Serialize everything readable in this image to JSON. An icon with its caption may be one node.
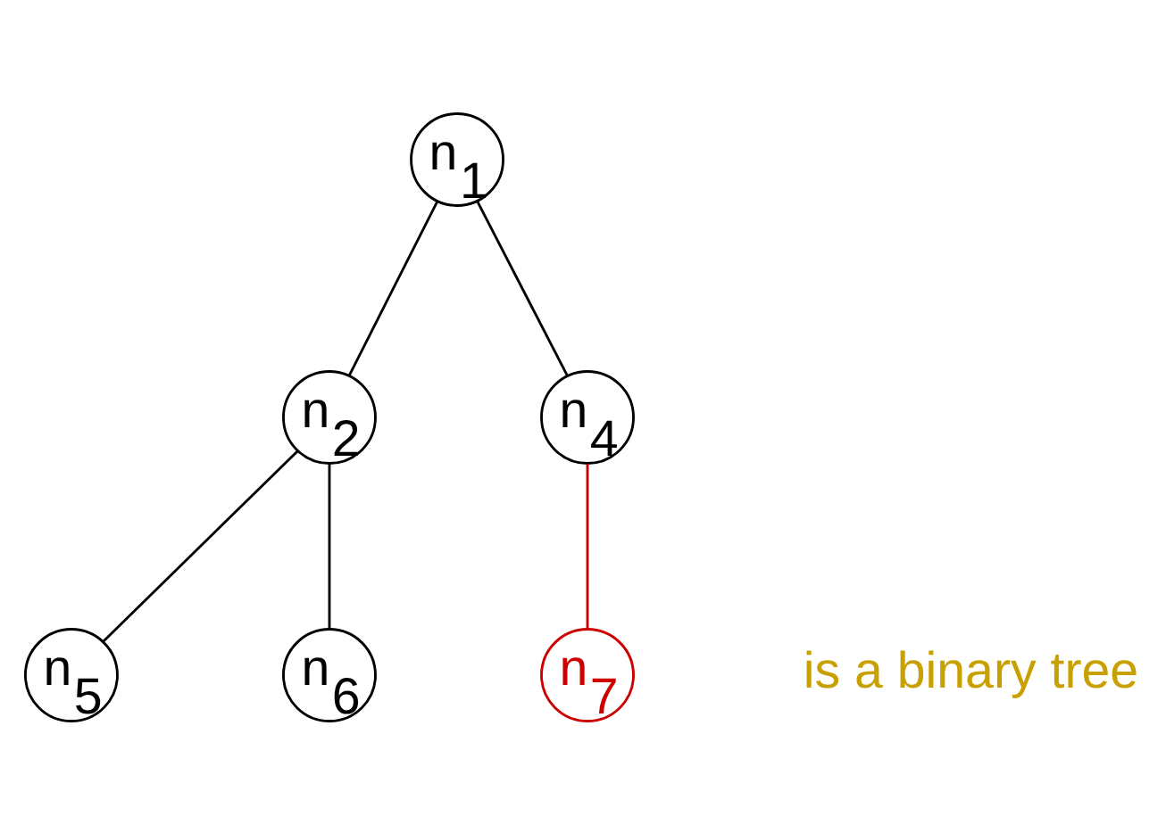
{
  "diagram": {
    "nodes": [
      {
        "text": [
          "n$_{1}$"
        ]
      },
      {
        "text": [
          "n$_{2}$"
        ]
      },
      {
        "text": [
          "n$_{4}$"
        ]
      },
      {
        "text": [
          "n$_{5}$"
        ]
      },
      {
        "text": [
          "n$_{6}$"
        ]
      },
      {
        "text": [
          "n$_{7}$"
        ]
      }
    ],
    "edges": [
      {
        "from": 0,
        "to": 1,
        "arrow": "none"
      },
      {
        "from": 0,
        "to": 2,
        "arrow": "none"
      },
      {
        "from": 1,
        "to": 3,
        "arrow": "none"
      },
      {
        "from": 1,
        "to": 4,
        "arrow": "none"
      },
      {
        "from": 2,
        "to": 5,
        "arrow": "none",
        "color": "#cc0000"
      }
    ],
    "labels": [
      "is a binary tree"
    ]
  }
}
